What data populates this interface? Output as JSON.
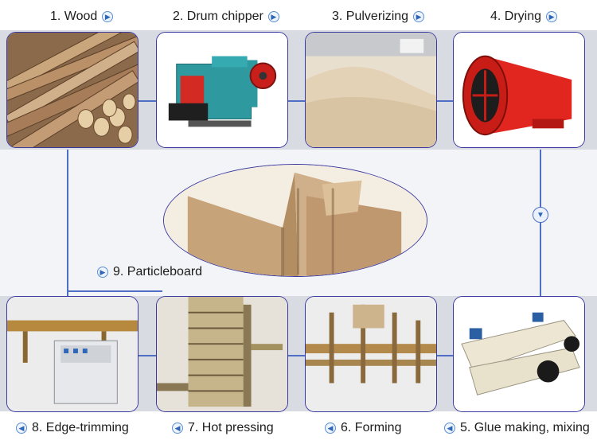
{
  "steps": {
    "s1": "1. Wood",
    "s2": "2. Drum chipper",
    "s3": "3. Pulverizing",
    "s4": "4. Drying",
    "s5": "5. Glue making, mixing",
    "s6": "6. Forming",
    "s7": "7. Hot pressing",
    "s8": "8. Edge-trimming",
    "s9": "9. Particleboard"
  },
  "colors": {
    "accent": "#3a3aa0",
    "connector": "#4f6fc4",
    "band": "#d9dbe2",
    "machine_red": "#d42a24",
    "machine_teal": "#2e9aa0"
  },
  "icons": {
    "right": "circle-arrow-right-icon",
    "left": "circle-arrow-left-icon",
    "down": "circle-arrow-down-icon"
  }
}
